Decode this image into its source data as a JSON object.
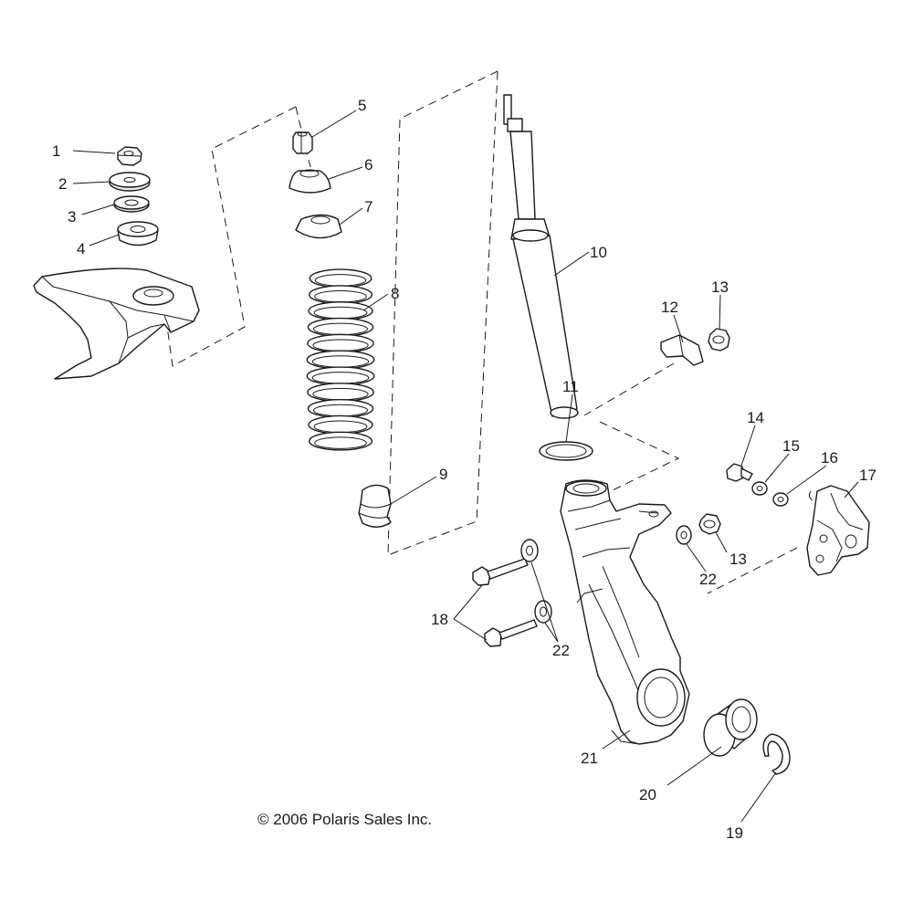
{
  "callouts": {
    "c1": "1",
    "c2": "2",
    "c3": "3",
    "c4": "4",
    "c5": "5",
    "c6": "6",
    "c7": "7",
    "c8": "8",
    "c9": "9",
    "c10": "10",
    "c11": "11",
    "c12": "12",
    "c13a": "13",
    "c13b": "13",
    "c14": "14",
    "c15": "15",
    "c16": "16",
    "c17": "17",
    "c18": "18",
    "c19": "19",
    "c20": "20",
    "c21": "21",
    "c22a": "22",
    "c22b": "22"
  },
  "copyright": "© 2006 Polaris Sales Inc."
}
